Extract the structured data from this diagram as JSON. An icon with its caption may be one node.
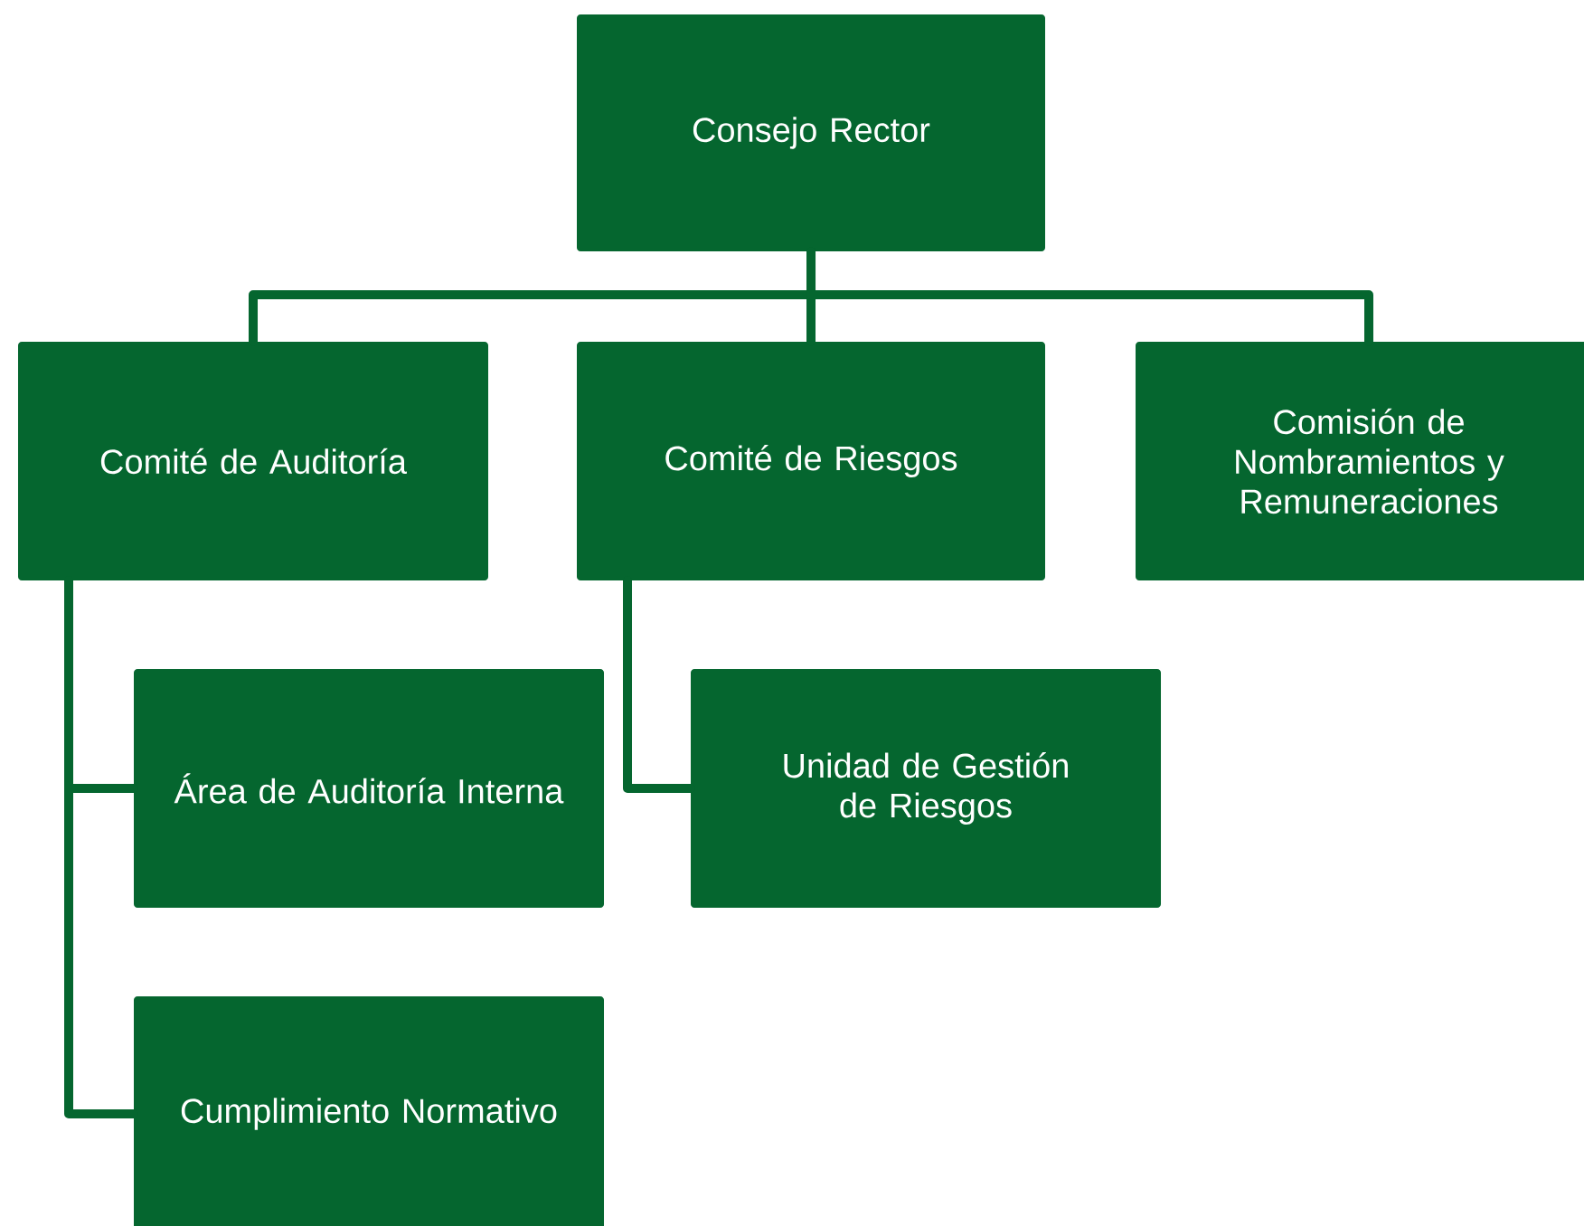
{
  "diagram": {
    "nodes": [
      {
        "text": [
          "Consejo Rector"
        ]
      },
      {
        "text": [
          "Comité de Auditoría"
        ]
      },
      {
        "text": [
          "Comité de Riesgos"
        ]
      },
      {
        "text": [
          "Comisión de Nombramientos y Remuneraciones"
        ]
      },
      {
        "text": [
          "Área de Auditoría Interna"
        ]
      },
      {
        "text": [
          "Unidad de Gestión de Riesgos"
        ]
      },
      {
        "text": [
          "Cumplimiento Normativo"
        ]
      }
    ],
    "edges": [
      {
        "from": 0,
        "to": 1,
        "arrow": "none"
      },
      {
        "from": 0,
        "to": 2,
        "arrow": "none"
      },
      {
        "from": 0,
        "to": 3,
        "arrow": "none"
      },
      {
        "from": 1,
        "to": 4,
        "arrow": "none"
      },
      {
        "from": 1,
        "to": 6,
        "arrow": "none"
      },
      {
        "from": 2,
        "to": 5,
        "arrow": "none"
      }
    ]
  }
}
